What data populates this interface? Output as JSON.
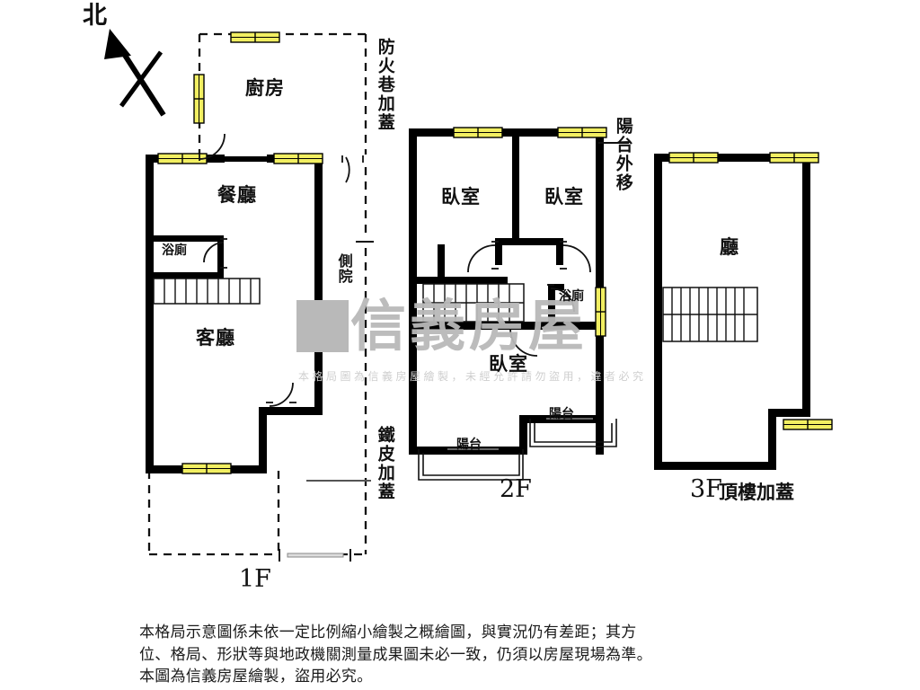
{
  "document": {
    "type": "real-estate-floor-plan",
    "compass": {
      "label": "北",
      "direction": "north-arrow-up-left"
    },
    "watermark": {
      "brand": "信義房屋",
      "notice": "本格局圖為信義房屋繪製，未經允許請勿盜用，違者必究"
    },
    "disclaimer": [
      "本格局示意圖係未依一定比例縮小繪製之概繪圖，與實況仍有差距；其方",
      "位、格局、形狀等與地政機關測量成果圖未必一致，仍須以房屋現場為準。",
      "本圖為信義房屋繪製，盜用必究。"
    ]
  },
  "floors": [
    {
      "id": "1F",
      "label": "1F",
      "rooms": [
        {
          "name": "廚房",
          "key": "kitchen"
        },
        {
          "name": "餐廳",
          "key": "dining-room"
        },
        {
          "name": "浴廁",
          "key": "bathroom"
        },
        {
          "name": "客廳",
          "key": "living-room"
        }
      ],
      "annotations": [
        {
          "name": "防火巷加蓋",
          "key": "fire-lane-cover",
          "orientation": "vertical"
        },
        {
          "name": "側院",
          "key": "side-yard",
          "orientation": "vertical"
        },
        {
          "name": "鐵皮加蓋",
          "key": "metal-sheet-cover",
          "orientation": "vertical"
        }
      ]
    },
    {
      "id": "2F",
      "label": "2F",
      "rooms": [
        {
          "name": "臥室",
          "key": "bedroom-1"
        },
        {
          "name": "臥室",
          "key": "bedroom-2"
        },
        {
          "name": "臥室",
          "key": "bedroom-3"
        },
        {
          "name": "浴廁",
          "key": "bathroom"
        },
        {
          "name": "陽台",
          "key": "balcony-1"
        },
        {
          "name": "陽台",
          "key": "balcony-2"
        }
      ],
      "annotations": [
        {
          "name": "陽台外移",
          "key": "balcony-extension",
          "orientation": "vertical"
        }
      ]
    },
    {
      "id": "3F",
      "label": "3F",
      "suffix": "頂樓加蓋",
      "rooms": [
        {
          "name": "廳",
          "key": "hall"
        }
      ],
      "annotations": []
    }
  ],
  "legend": {
    "window_color": "#f2ef62",
    "wall_color": "#000000",
    "dashed_color": "#1a1a1a"
  }
}
